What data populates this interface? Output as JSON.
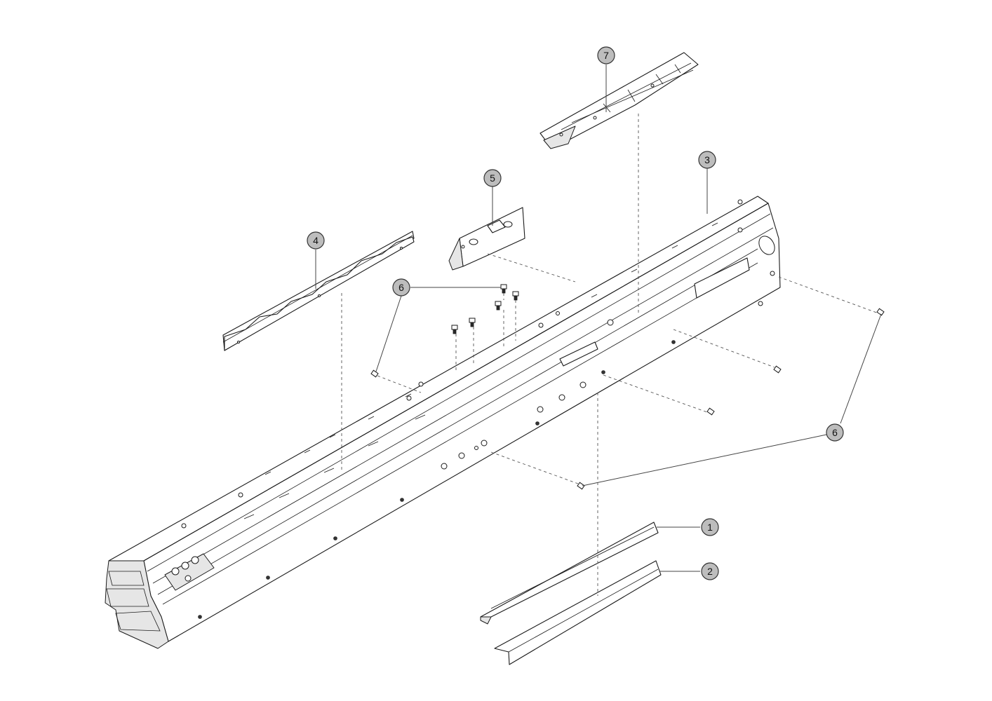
{
  "callouts": [
    {
      "id": "callout-1",
      "label": "1"
    },
    {
      "id": "callout-2",
      "label": "2"
    },
    {
      "id": "callout-3",
      "label": "3"
    },
    {
      "id": "callout-4",
      "label": "4"
    },
    {
      "id": "callout-5",
      "label": "5"
    },
    {
      "id": "callout-6-upper",
      "label": "6"
    },
    {
      "id": "callout-6-lower",
      "label": "6"
    },
    {
      "id": "callout-7",
      "label": "7"
    }
  ],
  "colors": {
    "balloon_fill": "#bdbdbd",
    "line": "#1a1a1a",
    "background": "#ffffff"
  }
}
